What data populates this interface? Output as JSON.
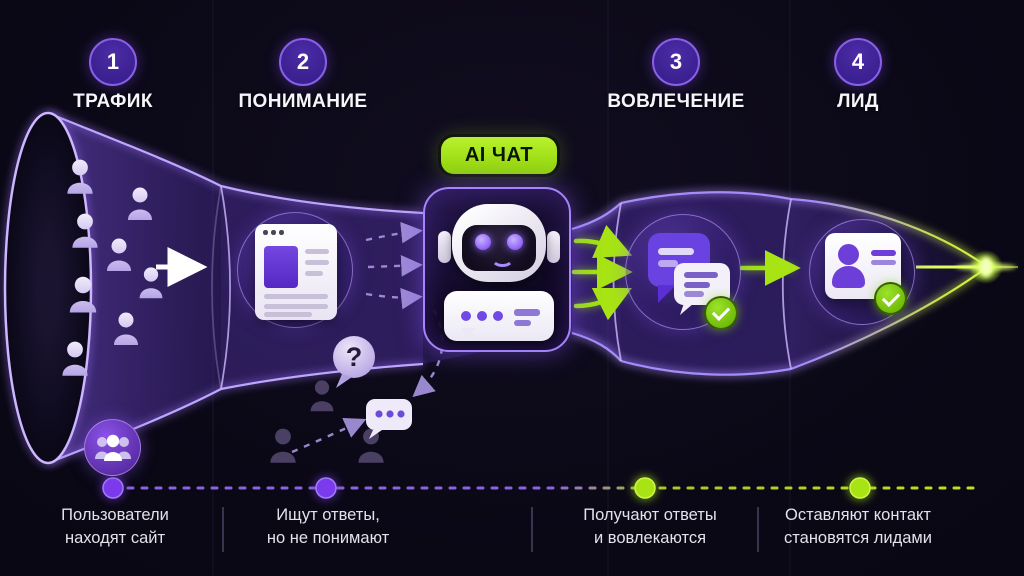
{
  "stages": [
    {
      "number": "1",
      "label": "ТРАФИК",
      "caption": [
        "Пользователи",
        "находят сайт"
      ]
    },
    {
      "number": "2",
      "label": "ПОНИМАНИЕ",
      "caption": [
        "Ищут ответы,",
        "но не понимают"
      ]
    },
    {
      "number": "3",
      "label": "ВОВЛЕЧЕНИЕ",
      "caption": [
        "Получают ответы",
        "и вовлекаются"
      ]
    },
    {
      "number": "4",
      "label": "ЛИД",
      "caption": [
        "Оставляют контакт",
        "становятся лидами"
      ]
    }
  ],
  "ai_chat_label": "AI ЧАТ",
  "question_mark": "?",
  "colors": {
    "accent_purple": "#7c3aed",
    "accent_green": "#a8e414",
    "funnel_edge": "#b9a2ff",
    "badge_fill": "#3f2490",
    "badge_ring": "#8a5fe8",
    "pill_green": "#a6e31a",
    "caption_text": "#e2e2ea"
  }
}
